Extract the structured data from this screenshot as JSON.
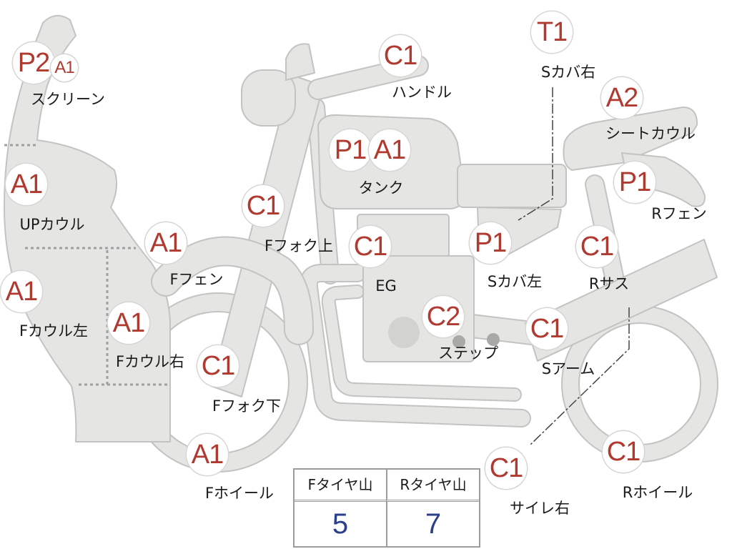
{
  "diagram": {
    "parts": [
      {
        "codes": [
          "P2",
          "A1"
        ],
        "label": "スクリーン"
      },
      {
        "codes": [
          "C1"
        ],
        "label": "ハンドル"
      },
      {
        "codes": [
          "T1"
        ],
        "label": "Sカバ右"
      },
      {
        "codes": [
          "A2"
        ],
        "label": "シートカウル"
      },
      {
        "codes": [
          "P1",
          "A1"
        ],
        "label": "タンク"
      },
      {
        "codes": [
          "A1"
        ],
        "label": "UPカウル"
      },
      {
        "codes": [
          "C1"
        ],
        "label": "Fフォク上"
      },
      {
        "codes": [
          "P1"
        ],
        "label": "Rフェン"
      },
      {
        "codes": [
          "A1"
        ],
        "label": "Fフェン"
      },
      {
        "codes": [
          "C1"
        ],
        "label": "EG"
      },
      {
        "codes": [
          "P1"
        ],
        "label": "Sカバ左"
      },
      {
        "codes": [
          "C1"
        ],
        "label": "Rサス"
      },
      {
        "codes": [
          "A1"
        ],
        "label": "Fカウル左"
      },
      {
        "codes": [
          "C2"
        ],
        "label": "ステップ"
      },
      {
        "codes": [
          "A1"
        ],
        "label": "Fカウル右"
      },
      {
        "codes": [
          "C1"
        ],
        "label": "Sアーム"
      },
      {
        "codes": [
          "C1"
        ],
        "label": "Fフォク下"
      },
      {
        "codes": [
          "A1"
        ],
        "label": "Fホイール"
      },
      {
        "codes": [
          "C1"
        ],
        "label": "サイレ右"
      },
      {
        "codes": [
          "C1"
        ],
        "label": "Rホイール"
      }
    ]
  },
  "tire_table": {
    "headers": [
      "Fタイヤ山",
      "Rタイヤ山"
    ],
    "values": [
      "5",
      "7"
    ]
  },
  "colors": {
    "code_text": "#b13a30",
    "value_text": "#2b3f8c"
  }
}
